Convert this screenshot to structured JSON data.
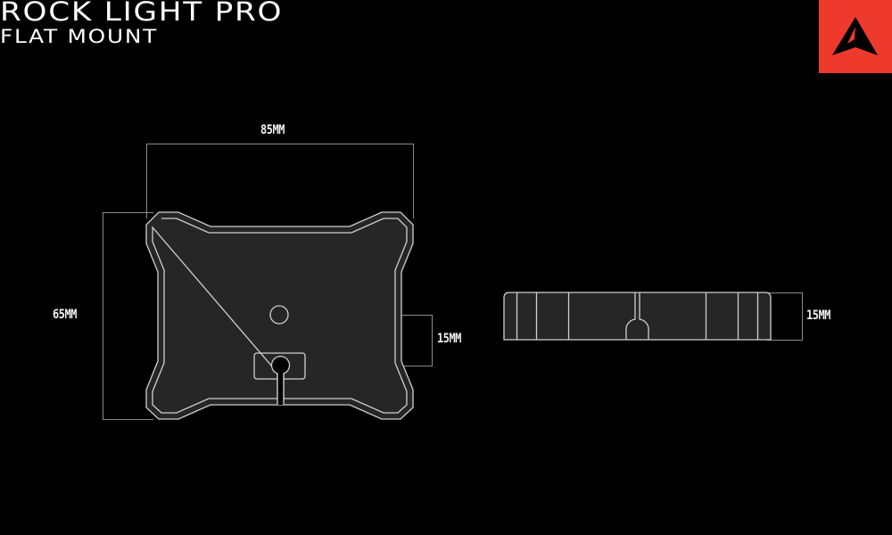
{
  "header": {
    "title": "ROCK LIGHT PRO",
    "subtitle": "FLAT MOUNT"
  },
  "brand": {
    "logo_icon": "arrowhead-logo-icon",
    "background_color": "#ee3a2c",
    "glyph_color": "#000000"
  },
  "colors": {
    "background": "#000000",
    "part_fill": "#262626",
    "outline": "#d8d8d8",
    "dimension_line": "#8a8a8a",
    "text": "#ffffff"
  },
  "top_view": {
    "width_dimension": "85MM",
    "height_dimension": "65MM",
    "hole_spacing_dimension": "15MM"
  },
  "side_view": {
    "thickness_dimension": "15MM"
  }
}
